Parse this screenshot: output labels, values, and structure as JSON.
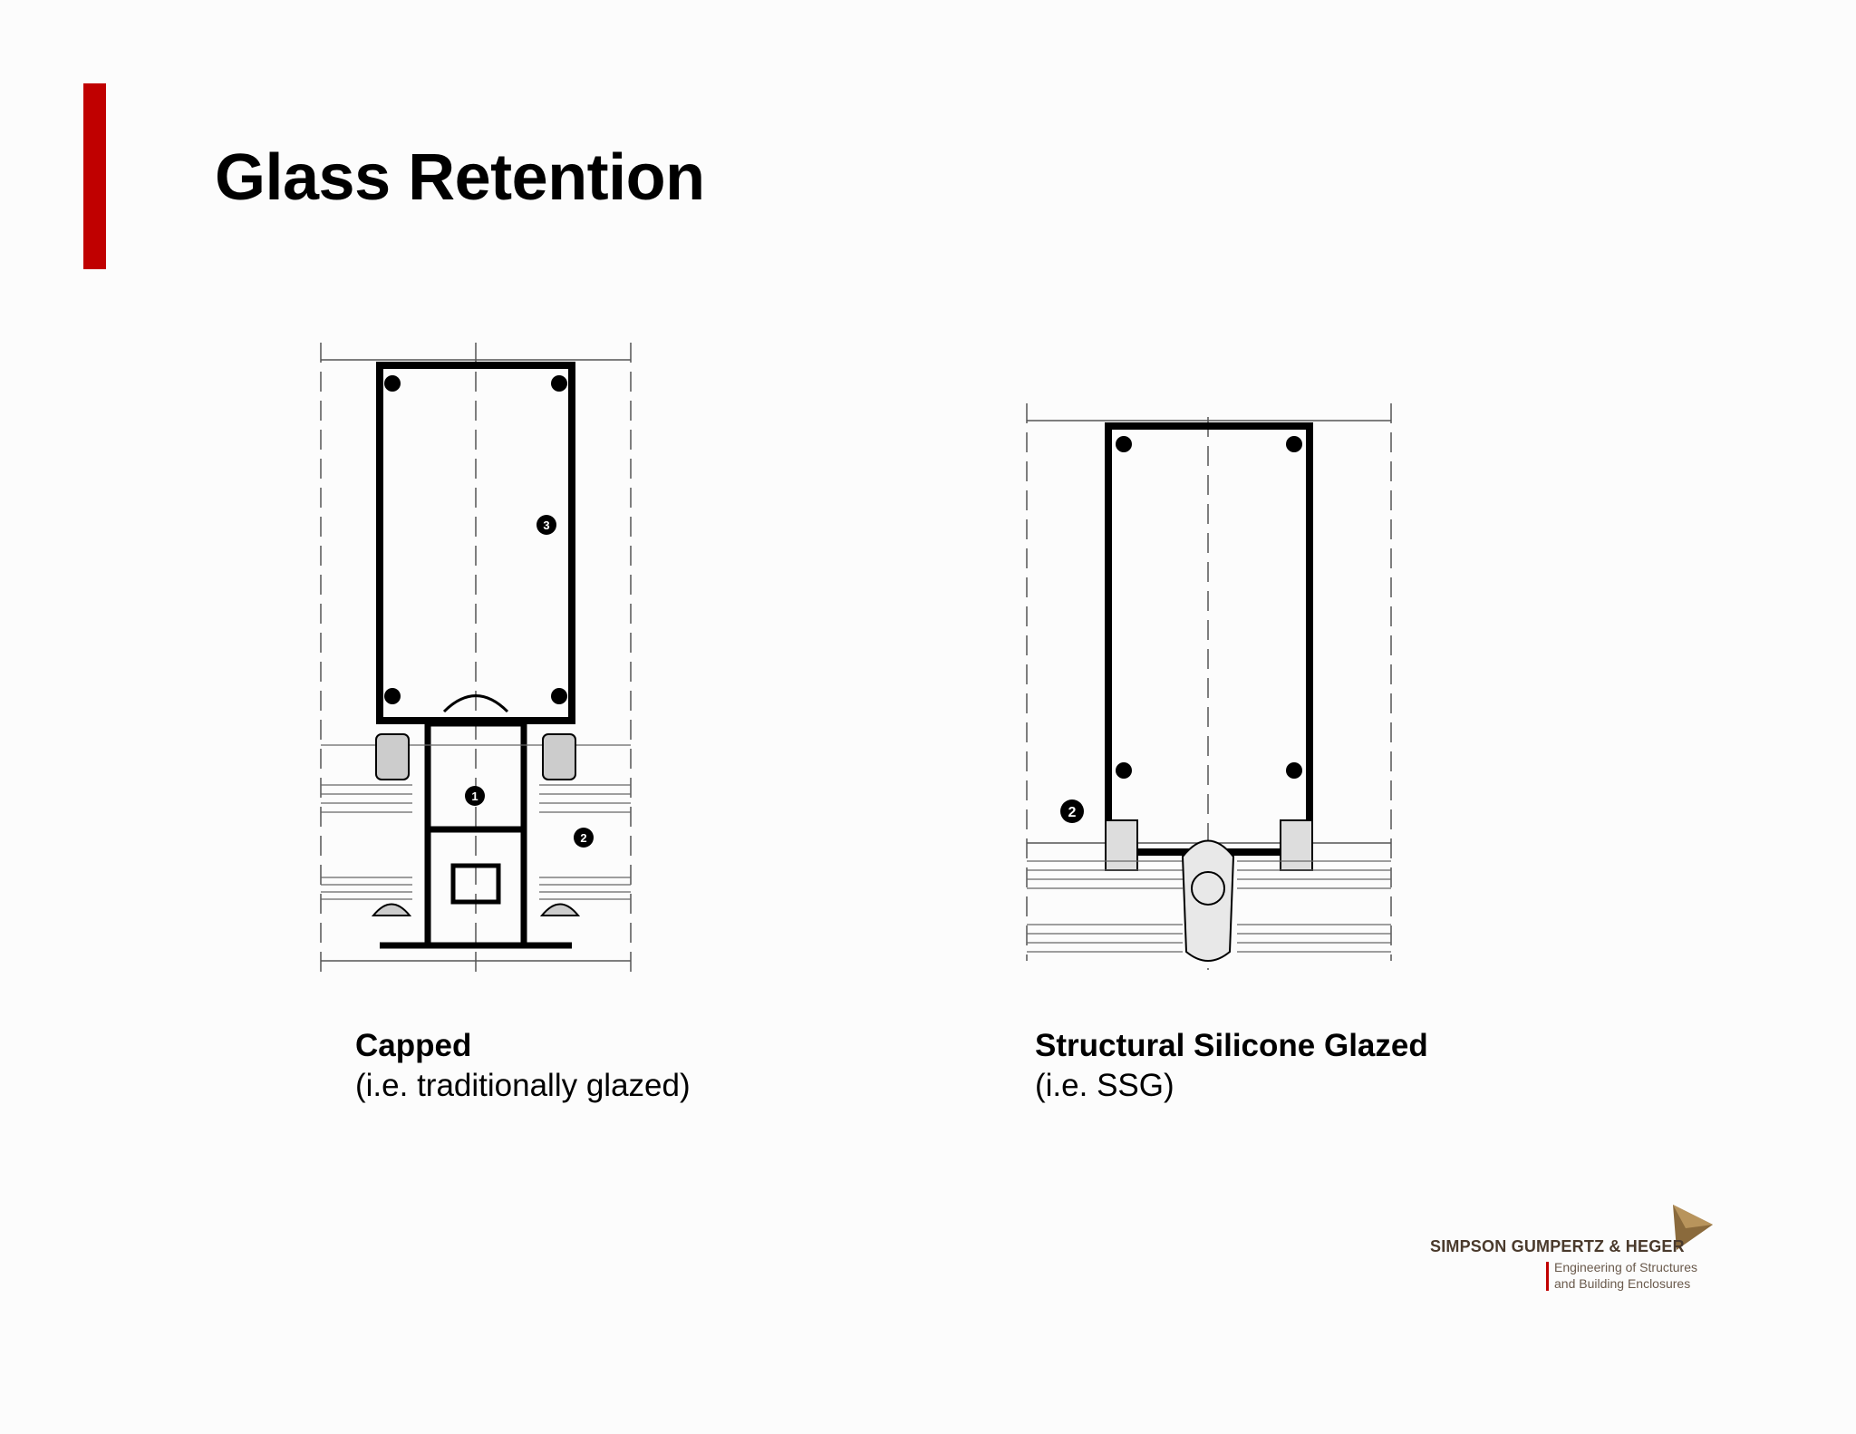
{
  "slide": {
    "title": "Glass Retention",
    "accent_color": "#c00000"
  },
  "diagrams": [
    {
      "name": "Capped",
      "caption_main": "Capped",
      "caption_sub": "(i.e. traditionally glazed)",
      "callouts": [
        "1",
        "2",
        "3"
      ]
    },
    {
      "name": "Structural Silicone Glazed",
      "caption_main": "Structural Silicone Glazed",
      "caption_sub": "(i.e. SSG)",
      "callouts": [
        "2"
      ]
    }
  ],
  "logo": {
    "name": "SIMPSON GUMPERTZ & HEGER",
    "tagline_1": "Engineering of Structures",
    "tagline_2": "and Building Enclosures",
    "brand_color": "#8a6a3c",
    "divider_color": "#c00000"
  }
}
